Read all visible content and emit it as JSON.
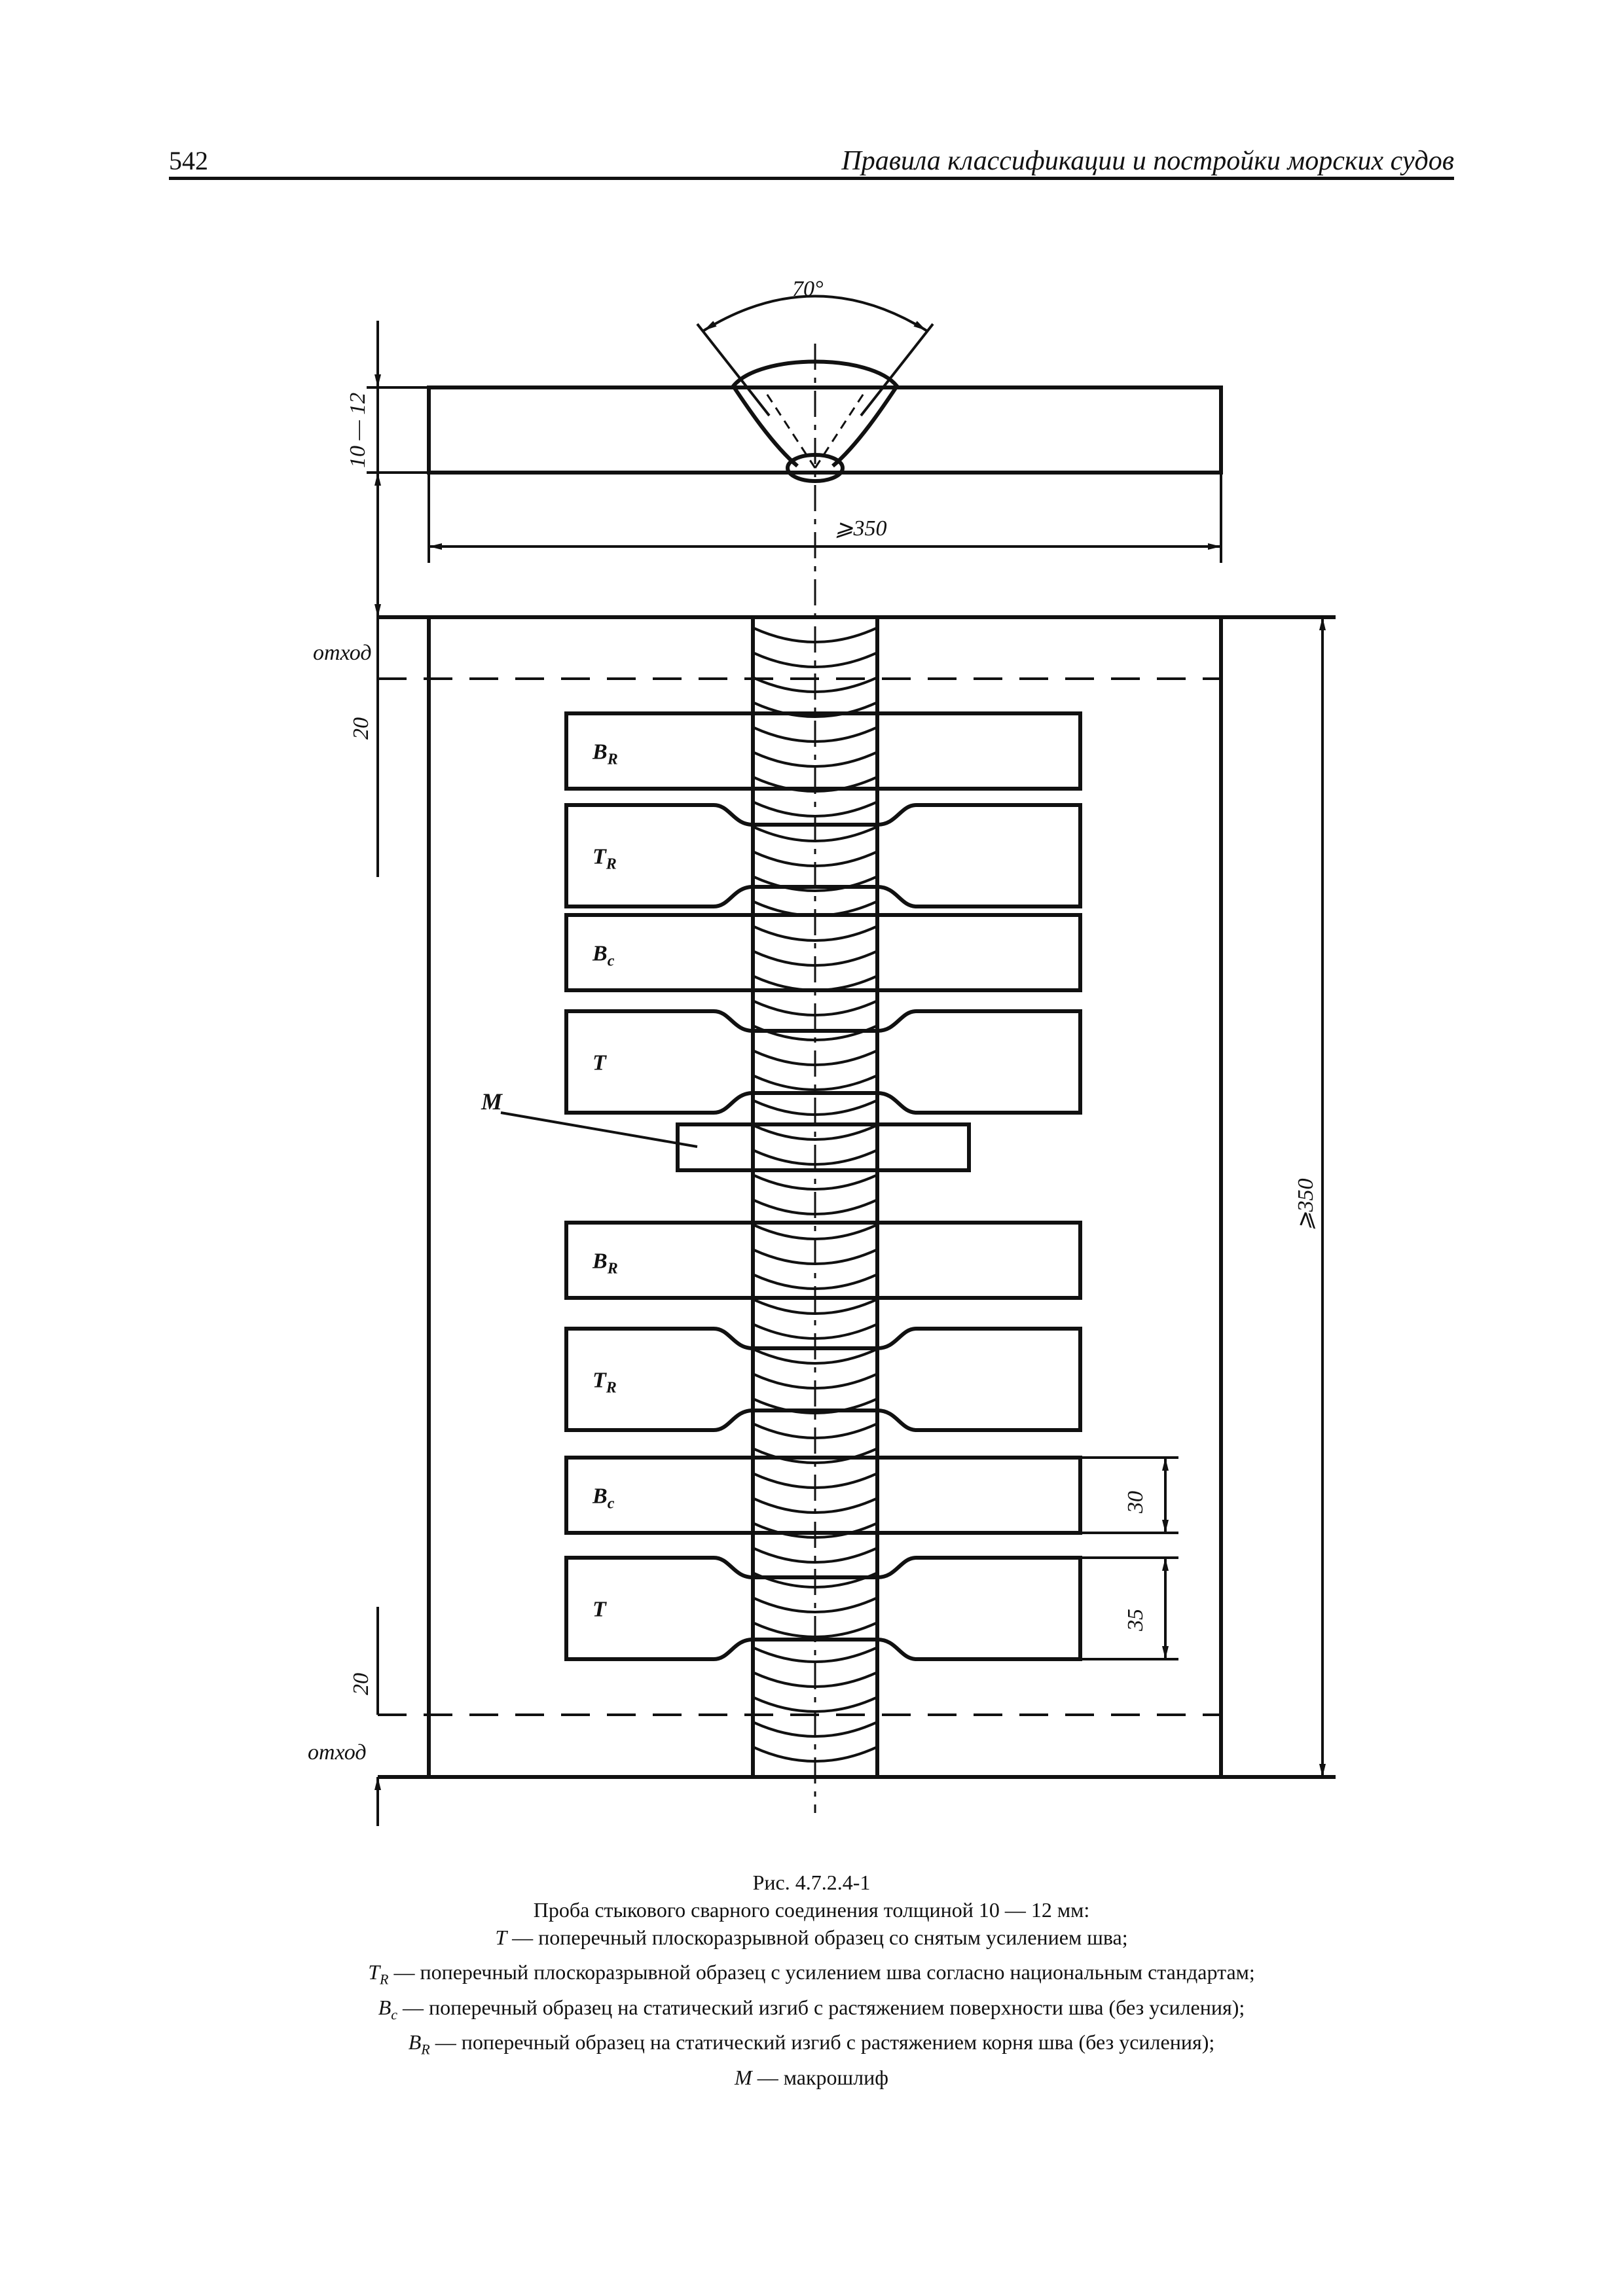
{
  "header": {
    "page_number": "542",
    "running_title": "Правила классификации и постройки морских судов"
  },
  "drawing": {
    "angle_label": "70°",
    "plate_thickness_label": "10 — 12",
    "width_label": "⩾350",
    "length_label": "⩾350",
    "discard_label": "отход",
    "margin_label": "20",
    "specimen_width_label": "30",
    "specimen_gap_label": "35",
    "macro_label": "M",
    "specimens": [
      {
        "main": "B",
        "sub": "R",
        "shape": "rect"
      },
      {
        "main": "T",
        "sub": "R",
        "shape": "neck"
      },
      {
        "main": "B",
        "sub": "c",
        "shape": "rect"
      },
      {
        "main": "T",
        "sub": "",
        "shape": "neck"
      },
      {
        "main": "B",
        "sub": "R",
        "shape": "rect"
      },
      {
        "main": "T",
        "sub": "R",
        "shape": "neck"
      },
      {
        "main": "B",
        "sub": "c",
        "shape": "rect"
      },
      {
        "main": "T",
        "sub": "",
        "shape": "neck"
      }
    ]
  },
  "caption": {
    "fig_number": "Рис. 4.7.2.4-1",
    "title": "Проба стыкового сварного соединения толщиной 10 — 12 мм:",
    "items": [
      {
        "sym": "T",
        "sub": "",
        "text": " — поперечный плоскоразрывной образец со снятым усилением шва;"
      },
      {
        "sym": "T",
        "sub": "R",
        "text": " — поперечный плоскоразрывной образец с усилением шва согласно национальным стандартам;"
      },
      {
        "sym": "B",
        "sub": "c",
        "text": " — поперечный образец на статический изгиб с растяжением поверхности шва (без усиления);"
      },
      {
        "sym": "B",
        "sub": "R",
        "text": " — поперечный образец на статический изгиб с растяжением корня шва (без усиления);"
      },
      {
        "sym": "M",
        "sub": "",
        "text": " — макрошлиф"
      }
    ]
  }
}
